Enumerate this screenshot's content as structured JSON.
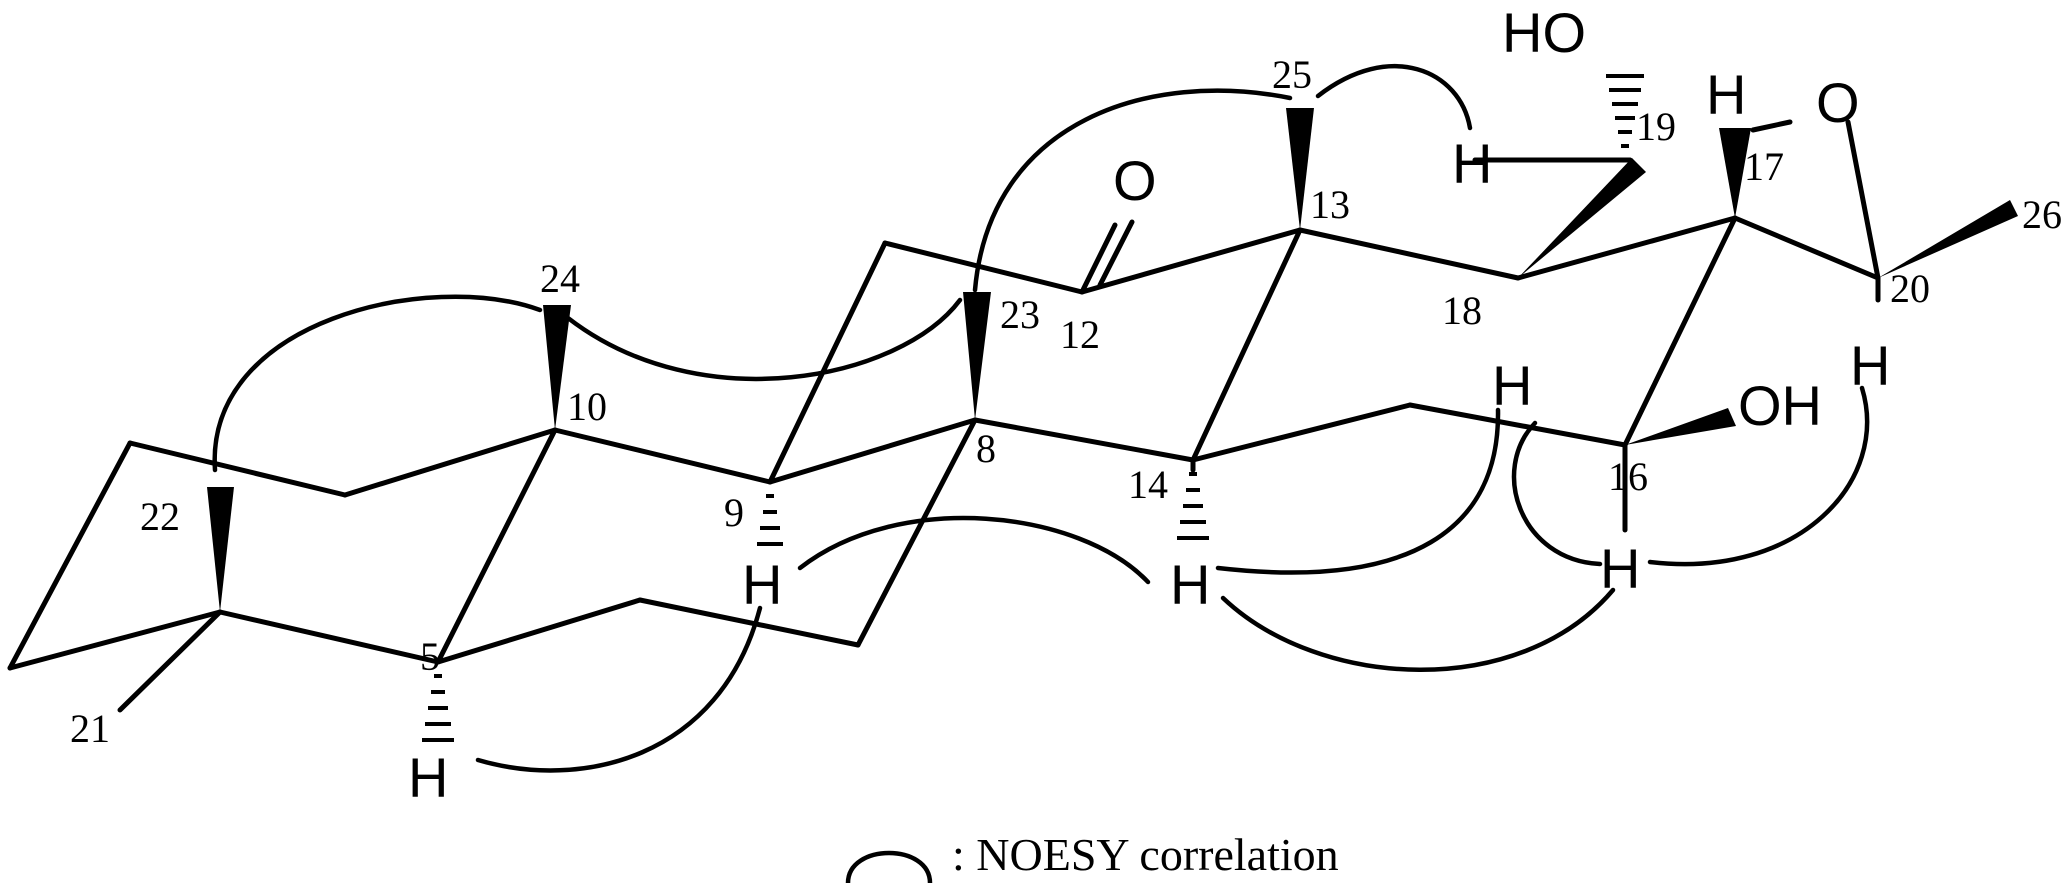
{
  "atom_numbers": [
    "5",
    "8",
    "9",
    "10",
    "12",
    "13",
    "14",
    "16",
    "17",
    "18",
    "19",
    "20",
    "21",
    "22",
    "23",
    "24",
    "25",
    "26"
  ],
  "atoms": {
    "h": "H",
    "o": "O",
    "oh": "OH",
    "ho": "HO"
  },
  "legend": {
    "text": ": NOESY correlation"
  }
}
